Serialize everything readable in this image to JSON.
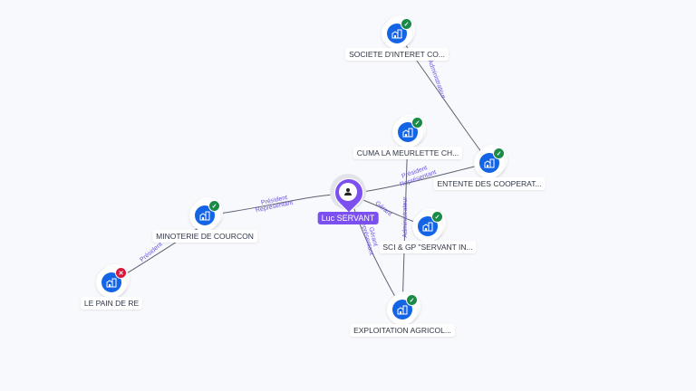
{
  "colors": {
    "company": "#1464e6",
    "person": "#7b4ff0",
    "active_badge": "#1a8a47",
    "inactive_badge": "#d8173d",
    "edge_label": "#6a57e3",
    "background": "#f8f9fd"
  },
  "person": {
    "id": "luc",
    "label": "Luc SERVANT",
    "icon": "person-icon"
  },
  "companies": [
    {
      "id": "societe",
      "label": "SOCIETE D'INTERET CO...",
      "status": "active",
      "icon": "building-icon"
    },
    {
      "id": "cuma",
      "label": "CUMA LA MEURLETTE CH...",
      "status": "active",
      "icon": "building-icon"
    },
    {
      "id": "entente",
      "label": "ENTENTE DES COOPERAT...",
      "status": "active",
      "icon": "building-icon"
    },
    {
      "id": "minoterie",
      "label": "MINOTERIE DE COURCON",
      "status": "active",
      "icon": "building-icon"
    },
    {
      "id": "sci",
      "label": "SCI & GP \"SERVANT IN...",
      "status": "active",
      "icon": "building-icon"
    },
    {
      "id": "pain",
      "label": "LE PAIN DE RE",
      "status": "inactive",
      "icon": "building-icon"
    },
    {
      "id": "exploitation",
      "label": "EXPLOITATION AGRICOL...",
      "status": "active",
      "icon": "building-icon"
    }
  ],
  "edges": [
    {
      "from": "luc",
      "to": "minoterie",
      "labels": [
        "Président",
        "Représentant"
      ]
    },
    {
      "from": "luc",
      "to": "entente",
      "labels": [
        "Président",
        "Représentant"
      ]
    },
    {
      "from": "luc",
      "to": "sci",
      "labels": [
        "Gérant"
      ]
    },
    {
      "from": "luc",
      "to": "exploitation",
      "labels": [
        "Gérant",
        "Représentant"
      ]
    },
    {
      "from": "cuma",
      "to": "exploitation",
      "labels": [
        "Administrateur"
      ]
    },
    {
      "from": "societe",
      "to": "entente",
      "labels": [
        "Administrateur"
      ]
    },
    {
      "from": "minoterie",
      "to": "pain",
      "labels": [
        "Président"
      ]
    }
  ]
}
